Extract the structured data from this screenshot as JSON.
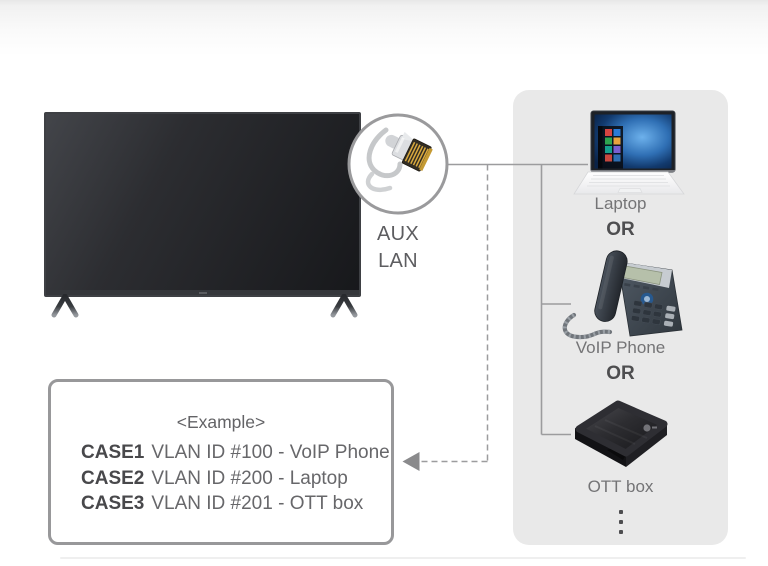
{
  "aux_port": {
    "line1": "AUX",
    "line2": "LAN"
  },
  "panel": {
    "device_labels": [
      "Laptop",
      "VoIP Phone",
      "OTT box"
    ],
    "or_label": "OR"
  },
  "example_box": {
    "title": "<Example>",
    "cases": [
      {
        "label": "CASE1",
        "desc": "VLAN ID #100 - VoIP Phone"
      },
      {
        "label": "CASE2",
        "desc": "VLAN ID #200 - Laptop"
      },
      {
        "label": "CASE3",
        "desc": "VLAN ID #201 - OTT box"
      }
    ]
  },
  "colors": {
    "panel_bg": "#e9e9e9",
    "line": "#9c9c9e",
    "arrow": "#8a8a8c",
    "example_border": "#98989a",
    "text_gray": "#67676a",
    "text_dark": "#4e4e50",
    "tv_screen": "#1a1b1e"
  }
}
